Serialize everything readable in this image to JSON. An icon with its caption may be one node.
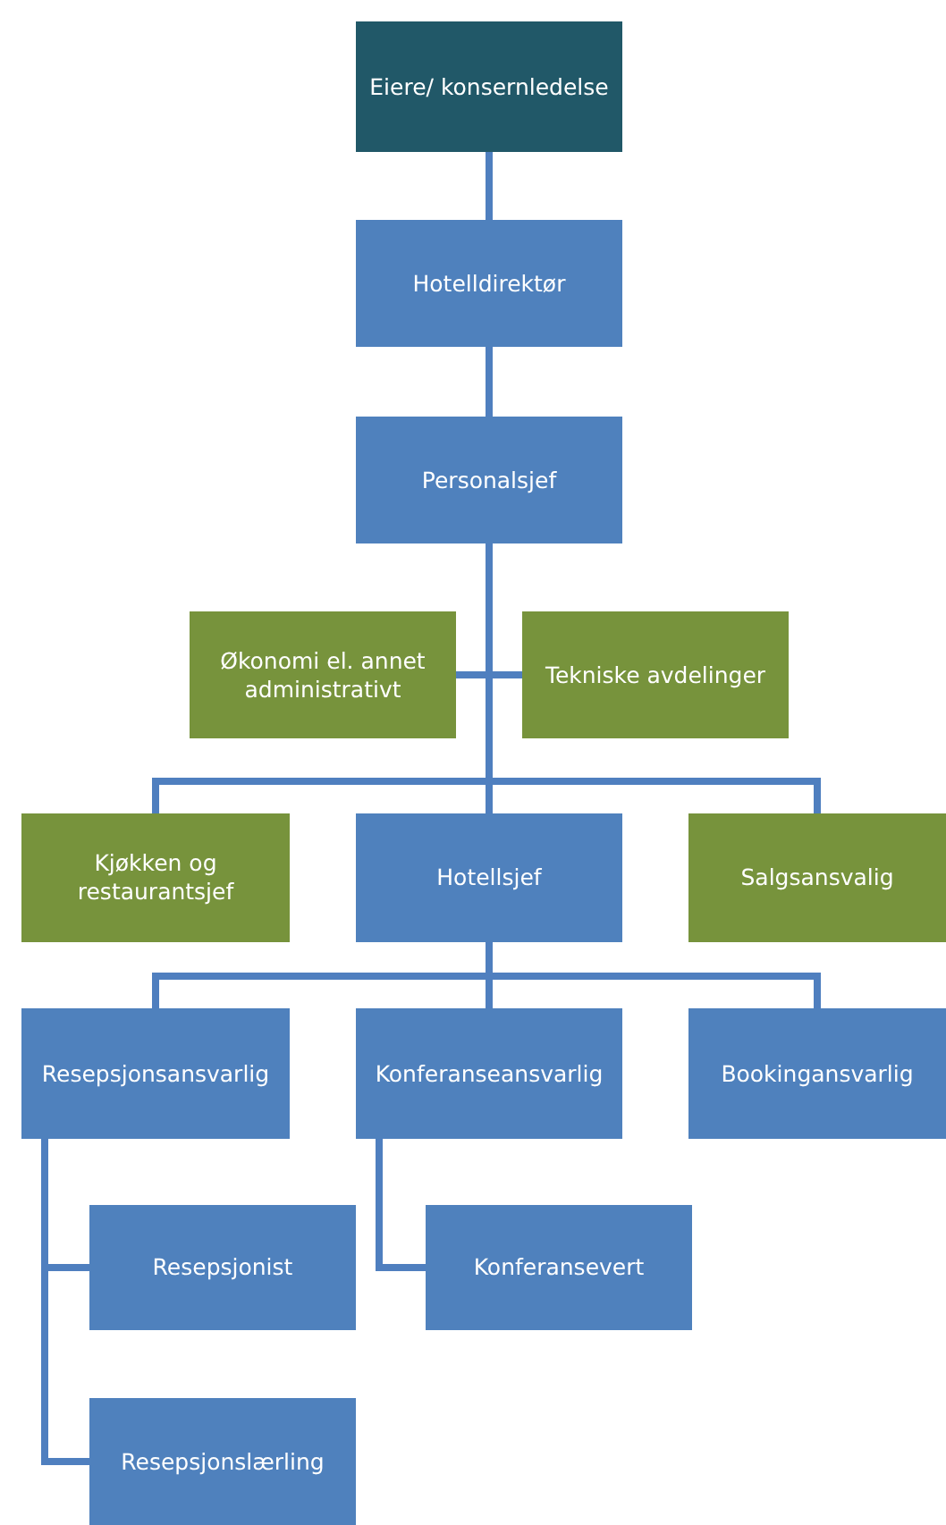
{
  "diagram": {
    "nodes": [
      {
        "text": [
          "Eiere/ konsernledelse"
        ]
      },
      {
        "text": [
          "Hotelldirektør"
        ]
      },
      {
        "text": [
          "Personalsjef"
        ]
      },
      {
        "text": [
          "Økonomi el. annet administrativt"
        ]
      },
      {
        "text": [
          "Tekniske avdelinger"
        ]
      },
      {
        "text": [
          "Kjøkken og restaurantsjef"
        ]
      },
      {
        "text": [
          "Hotellsjef"
        ]
      },
      {
        "text": [
          "Salgsansvalig"
        ]
      },
      {
        "text": [
          "Resepsjonsansvarlig"
        ]
      },
      {
        "text": [
          "Konferanseansvarlig"
        ]
      },
      {
        "text": [
          "Bookingansvarlig"
        ]
      },
      {
        "text": [
          "Resepsjonist"
        ]
      },
      {
        "text": [
          "Konferansevert"
        ]
      },
      {
        "text": [
          "Resepsjonslærling"
        ]
      }
    ],
    "edges": [
      {
        "from": 0,
        "to": 1,
        "arrow": "none"
      },
      {
        "from": 1,
        "to": 2,
        "arrow": "none"
      },
      {
        "from": 2,
        "to": 3,
        "arrow": "none"
      },
      {
        "from": 2,
        "to": 4,
        "arrow": "none"
      },
      {
        "from": 2,
        "to": 5,
        "arrow": "none"
      },
      {
        "from": 2,
        "to": 6,
        "arrow": "none"
      },
      {
        "from": 2,
        "to": 7,
        "arrow": "none"
      },
      {
        "from": 6,
        "to": 8,
        "arrow": "none"
      },
      {
        "from": 6,
        "to": 9,
        "arrow": "none"
      },
      {
        "from": 6,
        "to": 10,
        "arrow": "none"
      },
      {
        "from": 8,
        "to": 11,
        "arrow": "none"
      },
      {
        "from": 8,
        "to": 13,
        "arrow": "none"
      },
      {
        "from": 9,
        "to": 12,
        "arrow": "none"
      }
    ]
  }
}
